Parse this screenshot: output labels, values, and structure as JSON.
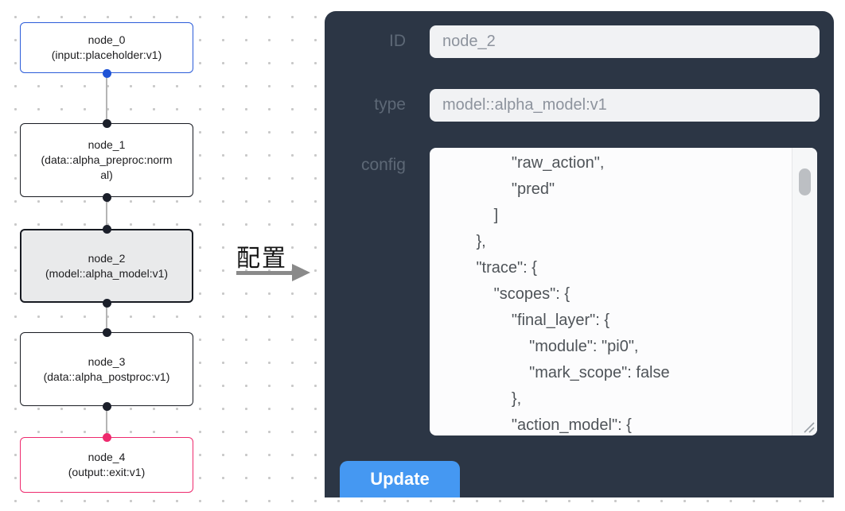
{
  "flow": {
    "nodes": [
      {
        "name": "node_0",
        "type_label": "(input::placeholder:v1)"
      },
      {
        "name": "node_1",
        "type_label": "(data::alpha_preproc:normal)"
      },
      {
        "name": "node_2",
        "type_label": "(model::alpha_model:v1)"
      },
      {
        "name": "node_3",
        "type_label": "(data::alpha_postproc:v1)"
      },
      {
        "name": "node_4",
        "type_label": "(output::exit:v1)"
      }
    ],
    "arrow_label": "配置"
  },
  "panel": {
    "id_label": "ID",
    "id_value": "node_2",
    "type_label": "type",
    "type_value": "model::alpha_model:v1",
    "config_label": "config",
    "config_text": "                \"raw_action\",\n                \"pred\"\n            ]\n        },\n        \"trace\": {\n            \"scopes\": {\n                \"final_layer\": {\n                    \"module\": \"pi0\",\n                    \"mark_scope\": false\n                },\n                \"action_model\": {",
    "update_label": "Update"
  },
  "colors": {
    "panel_bg": "#2c3645",
    "accent_blue": "#4598f2",
    "node_input_border": "#2b5cd9",
    "node_output_border": "#ee2a6e",
    "selected_node_bg": "#e9eaeb"
  }
}
